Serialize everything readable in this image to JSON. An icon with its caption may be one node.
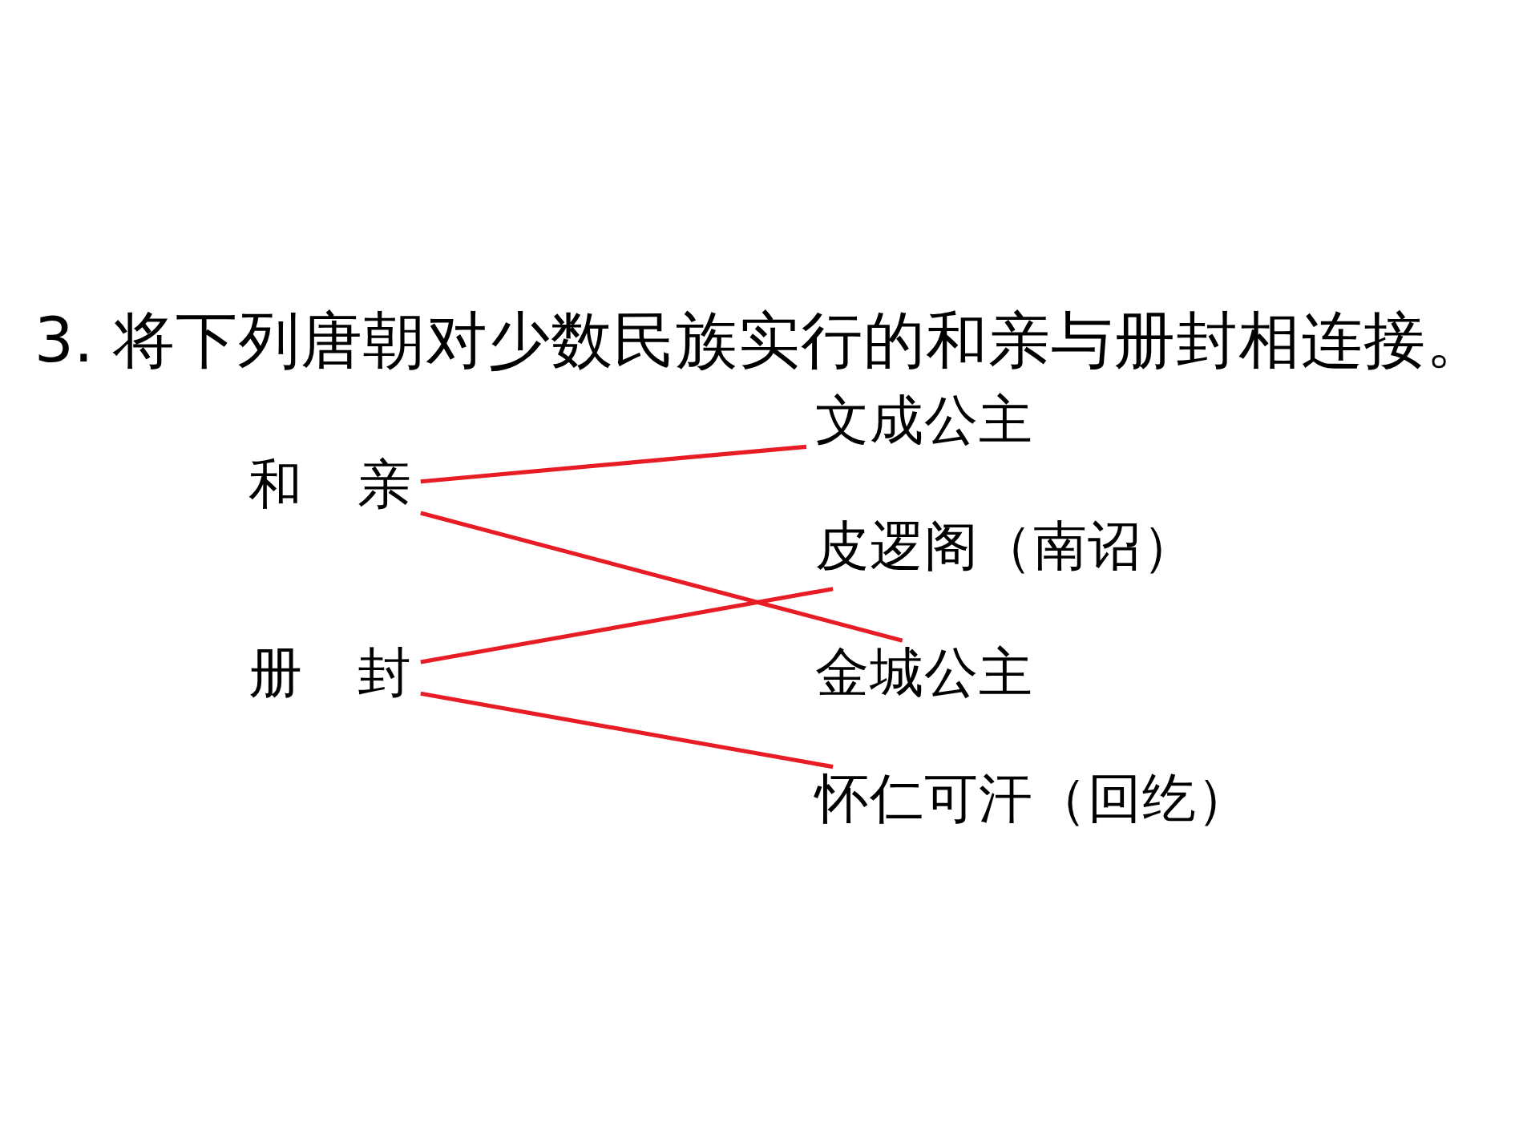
{
  "diagram": {
    "title": "3. 将下列唐朝对少数民族实行的和亲与册封相连接。",
    "nodes": [
      {
        "text": [
          "和　亲"
        ]
      },
      {
        "text": [
          "册　封"
        ]
      },
      {
        "text": [
          "文成公主"
        ]
      },
      {
        "text": [
          "皮逻阁（南诏）"
        ]
      },
      {
        "text": [
          "金城公主"
        ]
      },
      {
        "text": [
          "怀仁可汗（回纥）"
        ]
      }
    ],
    "edges": [
      {
        "from": 0,
        "to": 2,
        "arrow": "none"
      },
      {
        "from": 0,
        "to": 4,
        "arrow": "none"
      },
      {
        "from": 1,
        "to": 3,
        "arrow": "none"
      },
      {
        "from": 1,
        "to": 5,
        "arrow": "none"
      }
    ]
  }
}
